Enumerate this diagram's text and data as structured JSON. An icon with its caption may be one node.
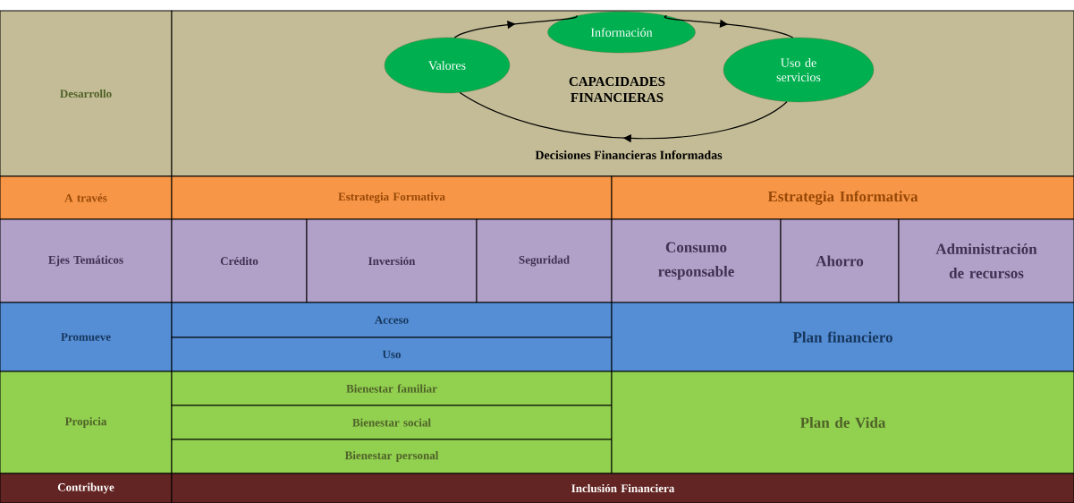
{
  "diagram": {
    "nodes": [
      {
        "text": [
          "Desarrollo"
        ]
      },
      {
        "text": [
          "CAPACIDADES FINANCIERAS",
          "Decisiones Financieras Informadas"
        ]
      },
      {
        "text": [
          "Valores"
        ],
        "in": 1
      },
      {
        "text": [
          "Información"
        ],
        "in": 1
      },
      {
        "text": [
          "Uso de servicios"
        ],
        "in": 1
      },
      {
        "text": [
          "A través"
        ]
      },
      {
        "text": [
          "Estrategia Formativa"
        ]
      },
      {
        "text": [
          "Estrategia Informativa"
        ]
      },
      {
        "text": [
          "Ejes Temáticos"
        ]
      },
      {
        "text": [
          "Crédito"
        ]
      },
      {
        "text": [
          "Inversión"
        ]
      },
      {
        "text": [
          "Seguridad"
        ]
      },
      {
        "text": [
          "Consumo responsable"
        ]
      },
      {
        "text": [
          "Ahorro"
        ]
      },
      {
        "text": [
          "Administración de recursos"
        ]
      },
      {
        "text": [
          "Promueve"
        ]
      },
      {
        "text": [
          "Acceso"
        ]
      },
      {
        "text": [
          "Uso"
        ]
      },
      {
        "text": [
          "Plan financiero"
        ]
      },
      {
        "text": [
          "Propicia"
        ]
      },
      {
        "text": [
          "Bienestar familiar"
        ]
      },
      {
        "text": [
          "Bienestar social"
        ]
      },
      {
        "text": [
          "Bienestar personal"
        ]
      },
      {
        "text": [
          "Plan de Vida"
        ]
      },
      {
        "text": [
          "Contribuye"
        ]
      },
      {
        "text": [
          "Inclusión Financiera"
        ]
      }
    ],
    "edges": [
      {
        "from": 2,
        "to": 3,
        "arrow": "to"
      },
      {
        "from": 3,
        "to": 4,
        "arrow": "to"
      },
      {
        "from": 4,
        "to": 2,
        "arrow": "to"
      }
    ]
  }
}
